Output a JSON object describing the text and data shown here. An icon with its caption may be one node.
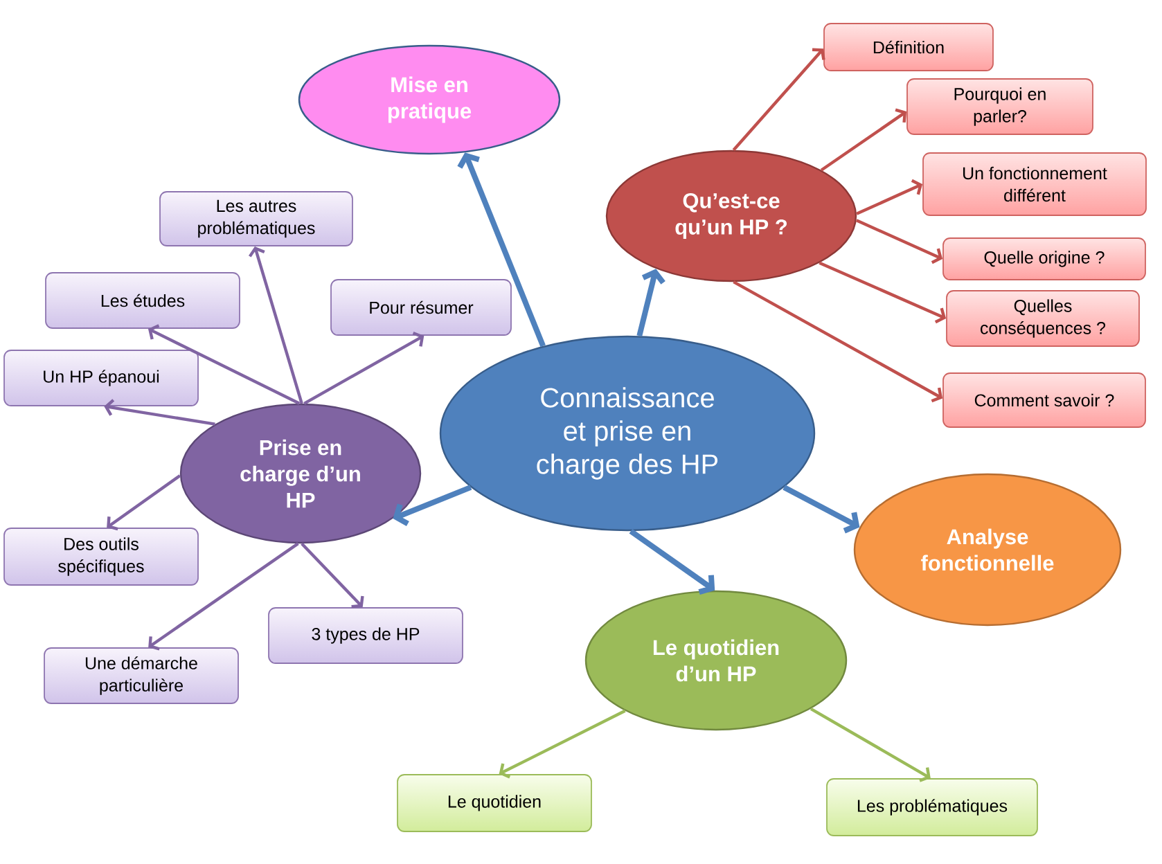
{
  "diagram": {
    "nodes": [
      {
        "text": [
          "Connaissance et prise en charge des HP"
        ]
      },
      {
        "text": [
          "Mise en pratique"
        ]
      },
      {
        "text": [
          "Qu’est-ce qu’un HP ?"
        ]
      },
      {
        "text": [
          "Définition"
        ]
      },
      {
        "text": [
          "Pourquoi en parler?"
        ]
      },
      {
        "text": [
          "Un fonctionnement différent"
        ]
      },
      {
        "text": [
          "Quelle origine ?"
        ]
      },
      {
        "text": [
          "Quelles conséquences ?"
        ]
      },
      {
        "text": [
          "Comment savoir ?"
        ]
      },
      {
        "text": [
          "Prise en charge d’un HP"
        ]
      },
      {
        "text": [
          "Les autres problématiques"
        ]
      },
      {
        "text": [
          "Les études"
        ]
      },
      {
        "text": [
          "Pour résumer"
        ]
      },
      {
        "text": [
          "Un HP épanoui"
        ]
      },
      {
        "text": [
          "Des outils spécifiques"
        ]
      },
      {
        "text": [
          "3 types de HP"
        ]
      },
      {
        "text": [
          "Une démarche particulière"
        ]
      },
      {
        "text": [
          "Analyse fonctionnelle"
        ]
      },
      {
        "text": [
          "Le quotidien d’un HP"
        ]
      },
      {
        "text": [
          "Le quotidien"
        ]
      },
      {
        "text": [
          "Les problématiques"
        ]
      }
    ],
    "edges": [
      {
        "from": 0,
        "to": 1,
        "arrow": "to",
        "style": "thick",
        "color": "#4f81bd"
      },
      {
        "from": 0,
        "to": 2,
        "arrow": "to",
        "style": "thick",
        "color": "#4f81bd"
      },
      {
        "from": 0,
        "to": 9,
        "arrow": "to",
        "style": "thick",
        "color": "#4f81bd"
      },
      {
        "from": 0,
        "to": 17,
        "arrow": "to",
        "style": "thick",
        "color": "#4f81bd"
      },
      {
        "from": 0,
        "to": 18,
        "arrow": "to",
        "style": "thick",
        "color": "#4f81bd"
      },
      {
        "from": 2,
        "to": 3,
        "arrow": "to",
        "color": "#c0504d"
      },
      {
        "from": 2,
        "to": 4,
        "arrow": "to",
        "color": "#c0504d"
      },
      {
        "from": 2,
        "to": 5,
        "arrow": "to",
        "color": "#c0504d"
      },
      {
        "from": 2,
        "to": 6,
        "arrow": "to",
        "color": "#c0504d"
      },
      {
        "from": 2,
        "to": 7,
        "arrow": "to",
        "color": "#c0504d"
      },
      {
        "from": 2,
        "to": 8,
        "arrow": "to",
        "color": "#c0504d"
      },
      {
        "from": 9,
        "to": 10,
        "arrow": "to",
        "color": "#8064a2"
      },
      {
        "from": 9,
        "to": 11,
        "arrow": "to",
        "color": "#8064a2"
      },
      {
        "from": 9,
        "to": 12,
        "arrow": "to",
        "color": "#8064a2"
      },
      {
        "from": 9,
        "to": 13,
        "arrow": "to",
        "color": "#8064a2"
      },
      {
        "from": 9,
        "to": 14,
        "arrow": "to",
        "color": "#8064a2"
      },
      {
        "from": 9,
        "to": 15,
        "arrow": "to",
        "color": "#8064a2"
      },
      {
        "from": 9,
        "to": 16,
        "arrow": "to",
        "color": "#8064a2"
      },
      {
        "from": 18,
        "to": 19,
        "arrow": "to",
        "color": "#9bbb59"
      },
      {
        "from": 18,
        "to": 20,
        "arrow": "to",
        "color": "#9bbb59"
      }
    ]
  }
}
